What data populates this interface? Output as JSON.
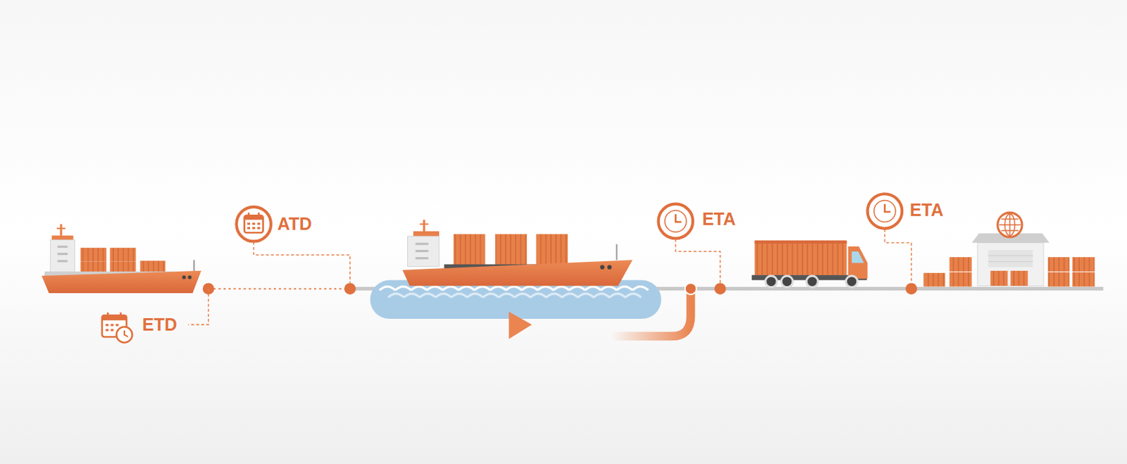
{
  "diagram": {
    "labels": [
      "ETD",
      "ATD",
      "ETA",
      "ETA"
    ]
  }
}
